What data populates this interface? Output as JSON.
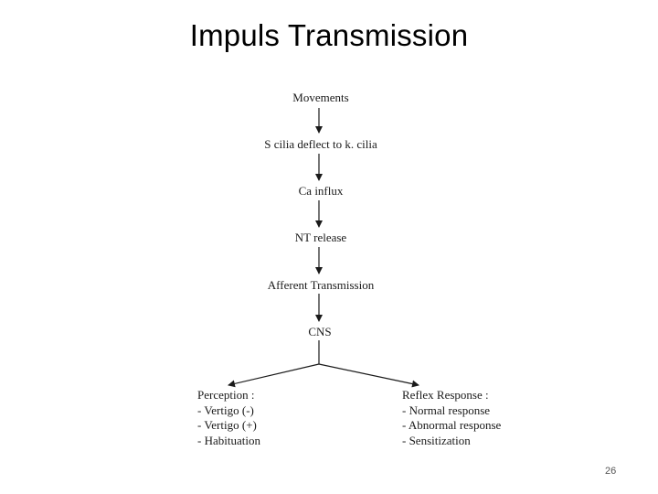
{
  "title": "Impuls Transmission",
  "flow": [
    "Movements",
    "S cilia deflect to k. cilia",
    "Ca influx",
    "NT release",
    "Afferent Transmission",
    "CNS"
  ],
  "branches": {
    "left": {
      "heading": "Perception :",
      "items": [
        "- Vertigo (-)",
        "- Vertigo (+)",
        "- Habituation"
      ]
    },
    "right": {
      "heading": "Reflex Response :",
      "items": [
        "- Normal response",
        "- Abnormal response",
        "- Sensitization"
      ]
    }
  },
  "page_number": "26"
}
